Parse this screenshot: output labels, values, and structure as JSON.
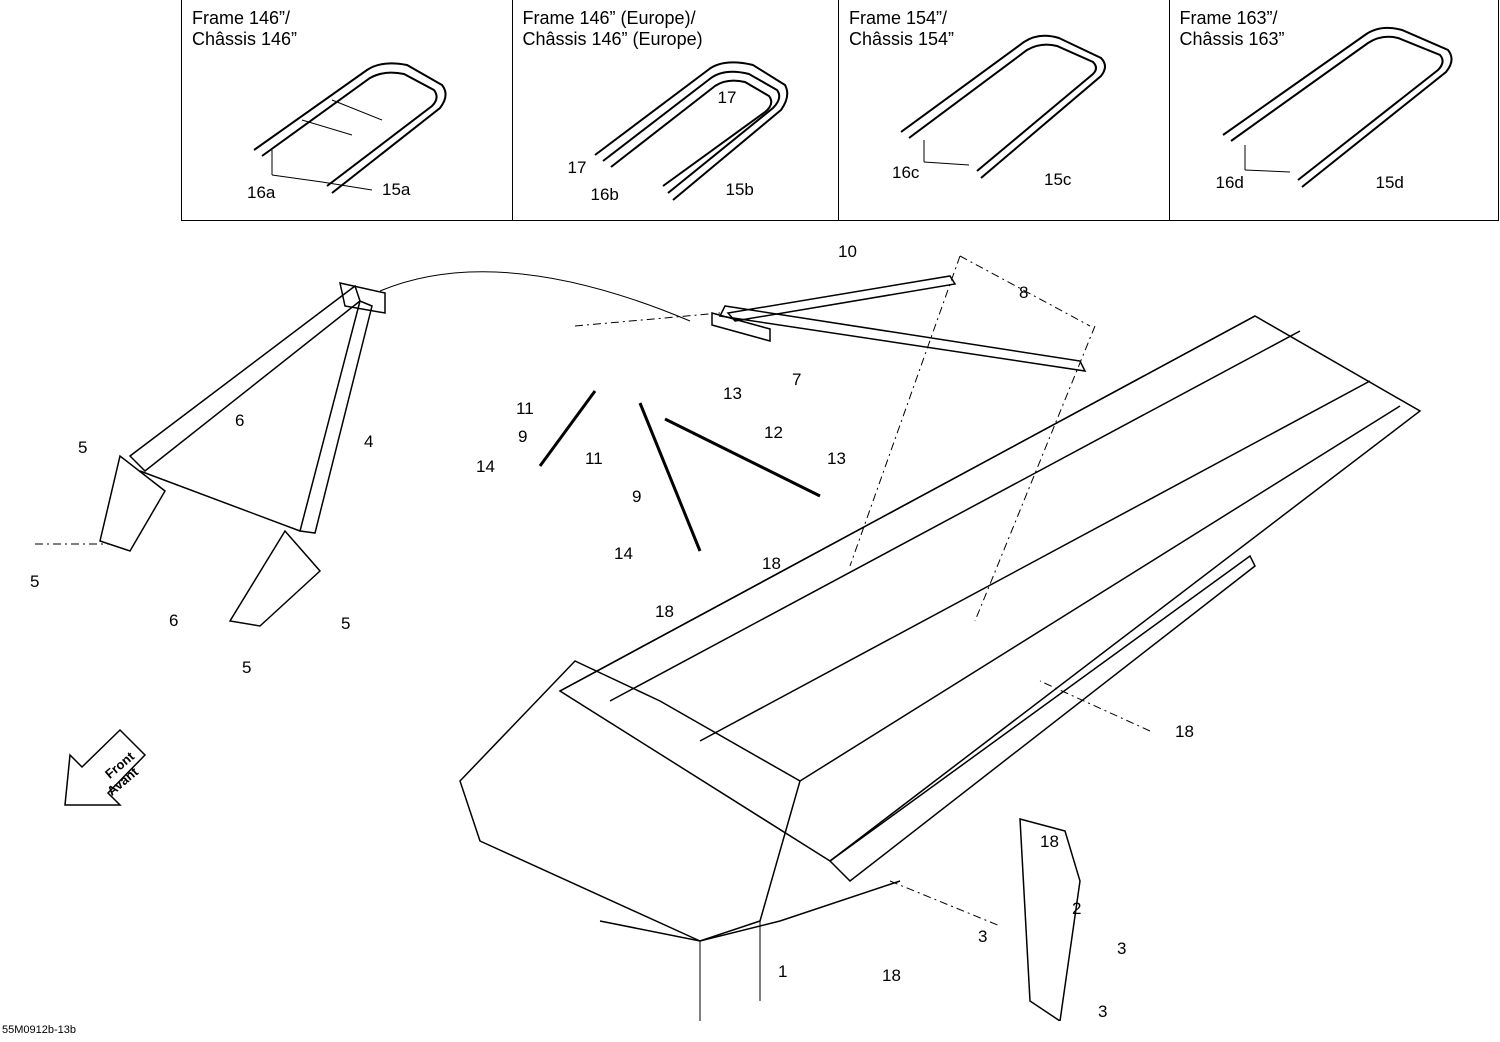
{
  "variants": [
    {
      "title": "Frame 146”/\nChâssis 146”",
      "labels": [
        "16a",
        "15a"
      ]
    },
    {
      "title": "Frame 146” (Europe)/\nChâssis 146” (Europe)",
      "labels": [
        "17",
        "17",
        "16b",
        "15b"
      ]
    },
    {
      "title": "Frame 154”/\nChâssis 154”",
      "labels": [
        "16c",
        "15c"
      ]
    },
    {
      "title": "Frame 163”/\nChâssis 163”",
      "labels": [
        "16d",
        "15d"
      ]
    }
  ],
  "callouts": [
    "10",
    "8",
    "7",
    "11",
    "13",
    "9",
    "12",
    "11",
    "14",
    "13",
    "9",
    "14",
    "18",
    "4",
    "6",
    "5",
    "5",
    "6",
    "5",
    "5",
    "18",
    "18",
    "18",
    "18",
    "2",
    "3",
    "3",
    "3",
    "1"
  ],
  "front_arrow": {
    "line1": "Front",
    "line2": "Avant"
  },
  "drawing_code": "55M0912b-13b"
}
